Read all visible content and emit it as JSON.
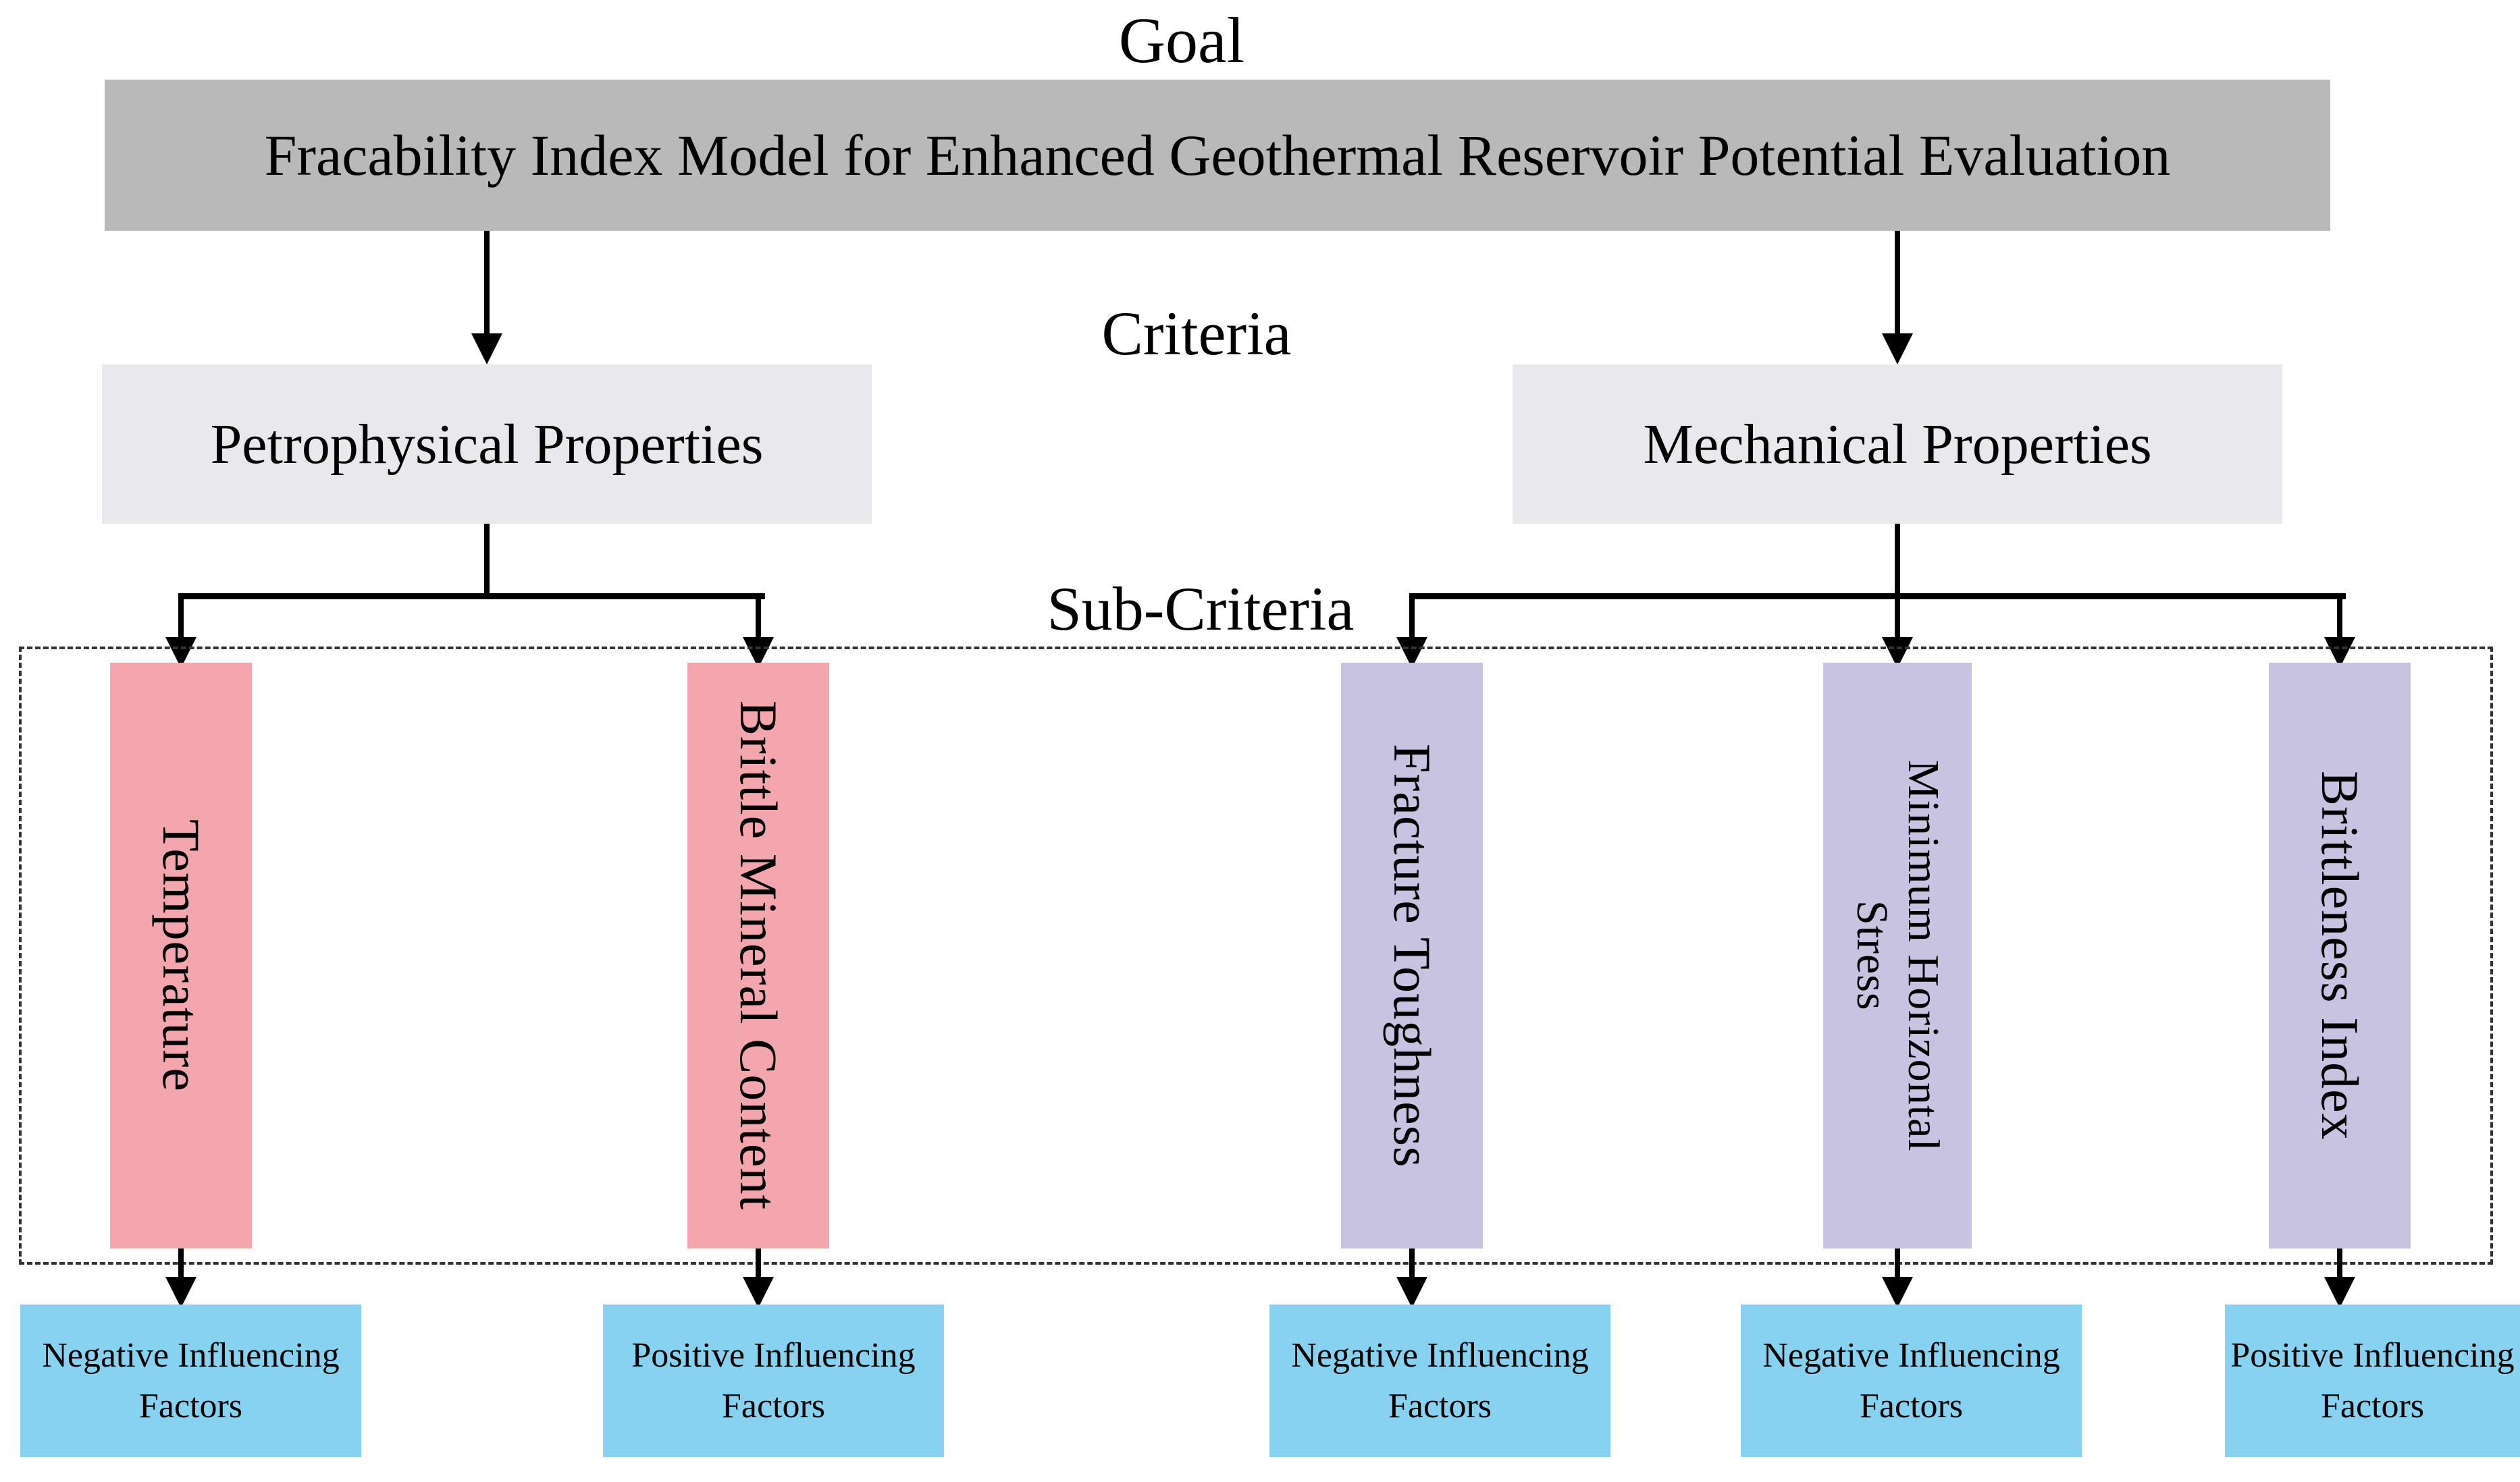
{
  "labels": {
    "goal": "Goal",
    "criteria": "Criteria",
    "sub_criteria": "Sub-Criteria"
  },
  "goal": {
    "title": "Fracability Index Model for Enhanced Geothermal Reservoir Potential Evaluation"
  },
  "criteria": [
    {
      "label": "Petrophysical Properties"
    },
    {
      "label": "Mechanical Properties"
    }
  ],
  "sub_criteria": [
    {
      "label": "Temperature",
      "criterion": "Petrophysical Properties"
    },
    {
      "label": "Brittle Mineral Content",
      "criterion": "Petrophysical Properties"
    },
    {
      "label": "Fracture Toughness",
      "criterion": "Mechanical Properties"
    },
    {
      "label": "Minimum Horizontal\nStress",
      "criterion": "Mechanical Properties"
    },
    {
      "label": "Brittleness Index",
      "criterion": "Mechanical Properties"
    }
  ],
  "influencing_factors": [
    {
      "label": "Negative Influencing\nFactors",
      "applies_to": "Temperature"
    },
    {
      "label": "Positive Influencing\nFactors",
      "applies_to": "Brittle Mineral Content"
    },
    {
      "label": "Negative Influencing\nFactors",
      "applies_to": "Fracture Toughness"
    },
    {
      "label": "Negative Influencing\nFactors",
      "applies_to": "Minimum Horizontal Stress"
    },
    {
      "label": "Positive Influencing\nFactors",
      "applies_to": "Brittleness Index"
    }
  ],
  "colors": {
    "goal_box": "#b9b9b9",
    "criteria_box": "#e9e9eb",
    "petrophysical_bar": "#f3a6ad",
    "mechanical_bar": "#c8c3e1",
    "factor_box": "#87d2f1",
    "connector": "#000000",
    "dashed_border": "#333333"
  }
}
